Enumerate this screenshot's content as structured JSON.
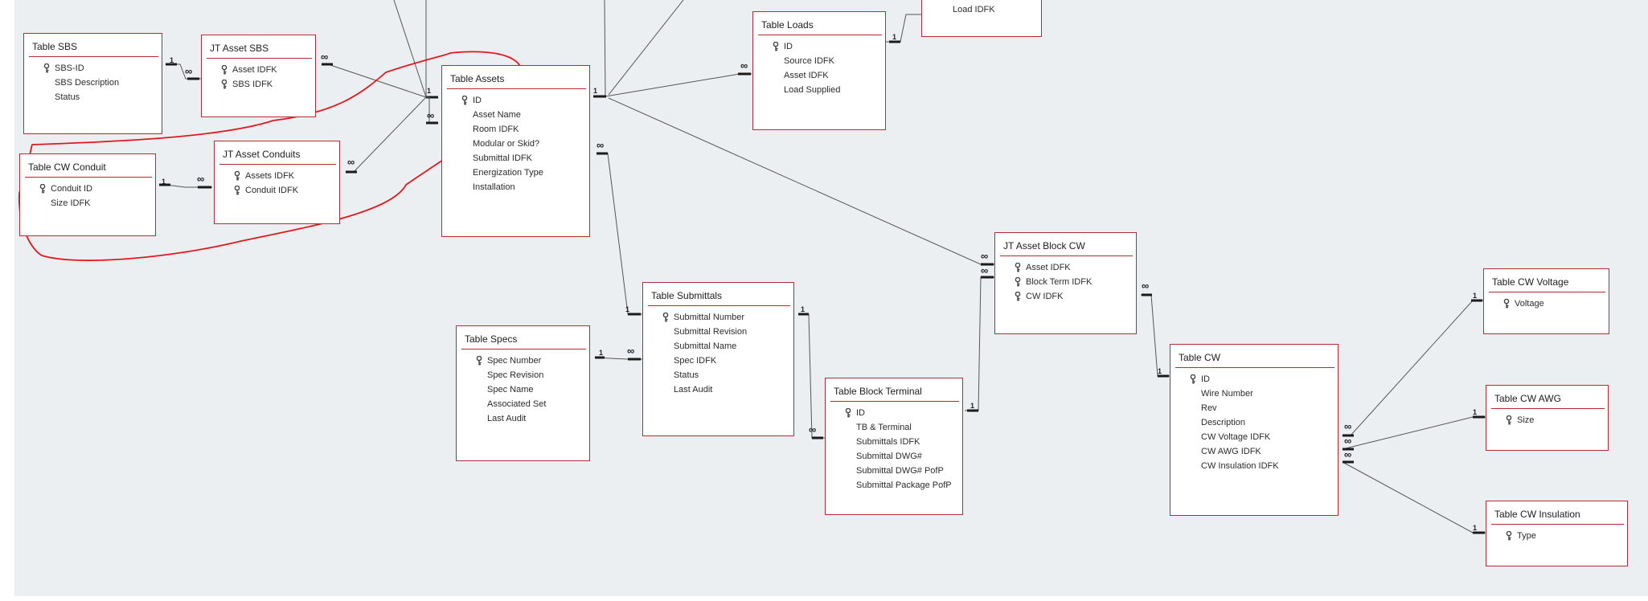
{
  "tables": [
    {
      "id": "loadidfk_tbl",
      "title": "",
      "fields": [
        {
          "name": "Load IDFK",
          "key": false
        }
      ]
    },
    {
      "id": "sbs",
      "title": "Table SBS",
      "fields": [
        {
          "name": "SBS-ID",
          "key": true
        },
        {
          "name": "SBS Description",
          "key": false
        },
        {
          "name": "Status",
          "key": false
        }
      ]
    },
    {
      "id": "jt_asset_sbs",
      "title": "JT Asset SBS",
      "fields": [
        {
          "name": "Asset IDFK",
          "key": true
        },
        {
          "name": "SBS IDFK",
          "key": true
        }
      ]
    },
    {
      "id": "assets",
      "title": "Table Assets",
      "fields": [
        {
          "name": "ID",
          "key": true
        },
        {
          "name": "Asset Name",
          "key": false
        },
        {
          "name": "Room IDFK",
          "key": false
        },
        {
          "name": "Modular or Skid?",
          "key": false
        },
        {
          "name": "Submittal IDFK",
          "key": false
        },
        {
          "name": "Energization Type",
          "key": false
        },
        {
          "name": "Installation",
          "key": false
        }
      ]
    },
    {
      "id": "loads",
      "title": "Table Loads",
      "fields": [
        {
          "name": "ID",
          "key": true
        },
        {
          "name": "Source IDFK",
          "key": false
        },
        {
          "name": "Asset IDFK",
          "key": false
        },
        {
          "name": "Load Supplied",
          "key": false
        }
      ]
    },
    {
      "id": "cw_conduit",
      "title": "Table CW Conduit",
      "fields": [
        {
          "name": "Conduit ID",
          "key": true
        },
        {
          "name": "Size IDFK",
          "key": false
        }
      ]
    },
    {
      "id": "jt_asset_conduits",
      "title": "JT Asset Conduits",
      "fields": [
        {
          "name": "Assets IDFK",
          "key": true
        },
        {
          "name": "Conduit IDFK",
          "key": true
        }
      ]
    },
    {
      "id": "submittals",
      "title": "Table Submittals",
      "fields": [
        {
          "name": "Submittal Number",
          "key": true
        },
        {
          "name": "Submittal Revision",
          "key": false
        },
        {
          "name": "Submittal Name",
          "key": false
        },
        {
          "name": "Spec IDFK",
          "key": false
        },
        {
          "name": "Status",
          "key": false
        },
        {
          "name": "Last Audit",
          "key": false
        }
      ]
    },
    {
      "id": "specs",
      "title": "Table Specs",
      "fields": [
        {
          "name": "Spec Number",
          "key": true
        },
        {
          "name": "Spec Revision",
          "key": false
        },
        {
          "name": "Spec Name",
          "key": false
        },
        {
          "name": "Associated Set",
          "key": false
        },
        {
          "name": "Last Audit",
          "key": false
        }
      ]
    },
    {
      "id": "block_terminal",
      "title": "Table Block Terminal",
      "fields": [
        {
          "name": "ID",
          "key": true
        },
        {
          "name": "TB & Terminal",
          "key": false
        },
        {
          "name": "Submittals IDFK",
          "key": false
        },
        {
          "name": "Submittal DWG#",
          "key": false
        },
        {
          "name": "Submittal DWG# PofP",
          "key": false
        },
        {
          "name": "Submittal Package PofP",
          "key": false
        }
      ]
    },
    {
      "id": "jt_asset_block_cw",
      "title": "JT Asset Block CW",
      "fields": [
        {
          "name": "Asset IDFK",
          "key": true
        },
        {
          "name": "Block Term IDFK",
          "key": true
        },
        {
          "name": "CW IDFK",
          "key": true
        }
      ]
    },
    {
      "id": "cw",
      "title": "Table CW",
      "fields": [
        {
          "name": "ID",
          "key": true
        },
        {
          "name": "Wire Number",
          "key": false
        },
        {
          "name": "Rev",
          "key": false
        },
        {
          "name": "Description",
          "key": false
        },
        {
          "name": "CW Voltage IDFK",
          "key": false
        },
        {
          "name": "CW AWG IDFK",
          "key": false
        },
        {
          "name": "CW Insulation IDFK",
          "key": false
        }
      ]
    },
    {
      "id": "cw_voltage",
      "title": "Table CW Voltage",
      "fields": [
        {
          "name": "Voltage",
          "key": true
        }
      ]
    },
    {
      "id": "cw_awg",
      "title": "Table CW AWG",
      "fields": [
        {
          "name": "Size",
          "key": true
        }
      ]
    },
    {
      "id": "cw_insulation",
      "title": "Table CW Insulation",
      "fields": [
        {
          "name": "Type",
          "key": true
        }
      ]
    }
  ],
  "cardinality": {
    "one": "1",
    "many": "∞"
  },
  "colors": {
    "canvas": "#eceff2",
    "table_border": "#b52a34",
    "line": "#555555",
    "annotation": "#e0191d"
  }
}
